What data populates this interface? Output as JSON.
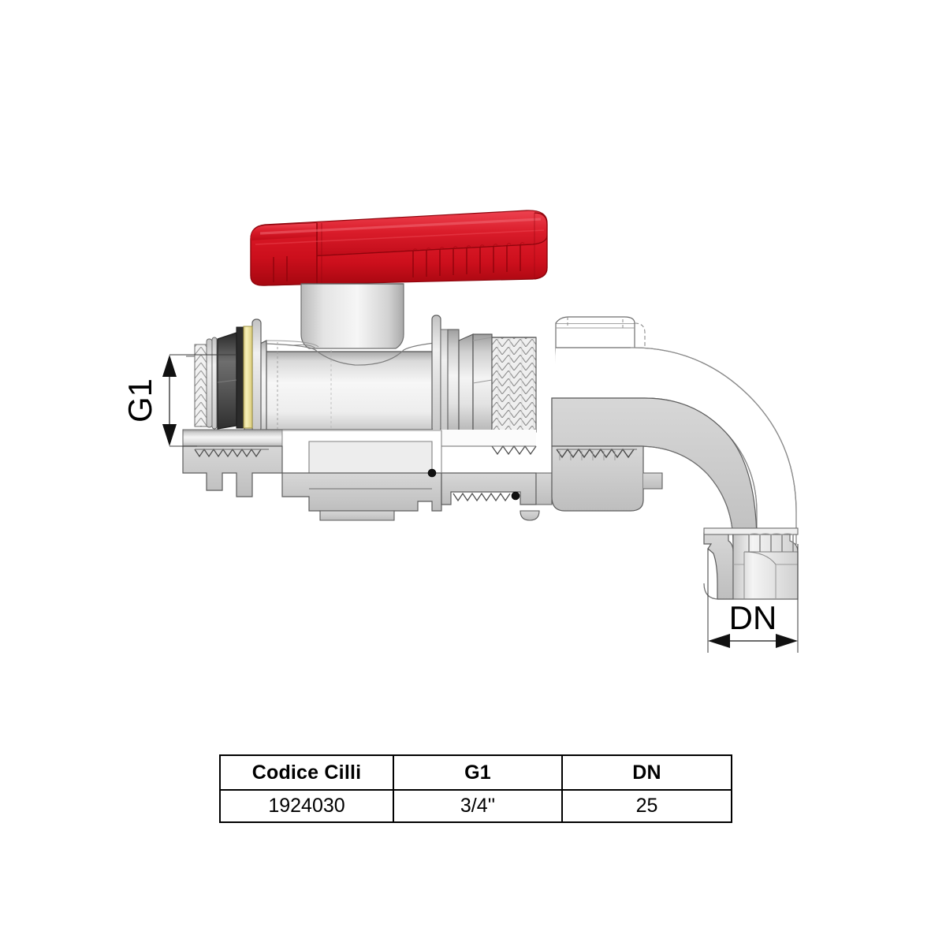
{
  "document": {
    "kind": "technical-drawing",
    "subject": "ball valve with 90 degree elbow outlet",
    "background_color": "#ffffff"
  },
  "dimensions": {
    "g1": {
      "label": "G1",
      "orientation": "vertical",
      "description": "inlet thread size dimension on left side of valve"
    },
    "dn": {
      "label": "DN",
      "orientation": "horizontal",
      "description": "nominal diameter dimension at bottom outlet"
    }
  },
  "drawing_parts": {
    "handle": {
      "name": "red lever handle",
      "color": "#CE0E1C",
      "color_light": "#E8313D",
      "color_dark": "#A3060F"
    },
    "stem": {
      "name": "valve stem",
      "color": "#D8D8D8"
    },
    "body": {
      "name": "valve body",
      "color": "#F2F2F2"
    },
    "gasket": {
      "name": "gasket ring",
      "color": "#F2E9A0"
    },
    "hex_nut": {
      "name": "hex nut",
      "color": "#5A5A5A"
    },
    "section_fill": {
      "name": "sectioned material",
      "color": "#C9C9C9"
    },
    "outline": {
      "name": "outline stroke",
      "color": "#3C3C3C"
    },
    "elbow": {
      "name": "90 degree elbow outlet"
    },
    "bracket": {
      "name": "mounting bracket with oval slot"
    }
  },
  "table": {
    "columns": [
      "Codice Cilli",
      "G1",
      "DN"
    ],
    "rows": [
      [
        "1924030",
        "3/4''",
        "25"
      ]
    ]
  }
}
